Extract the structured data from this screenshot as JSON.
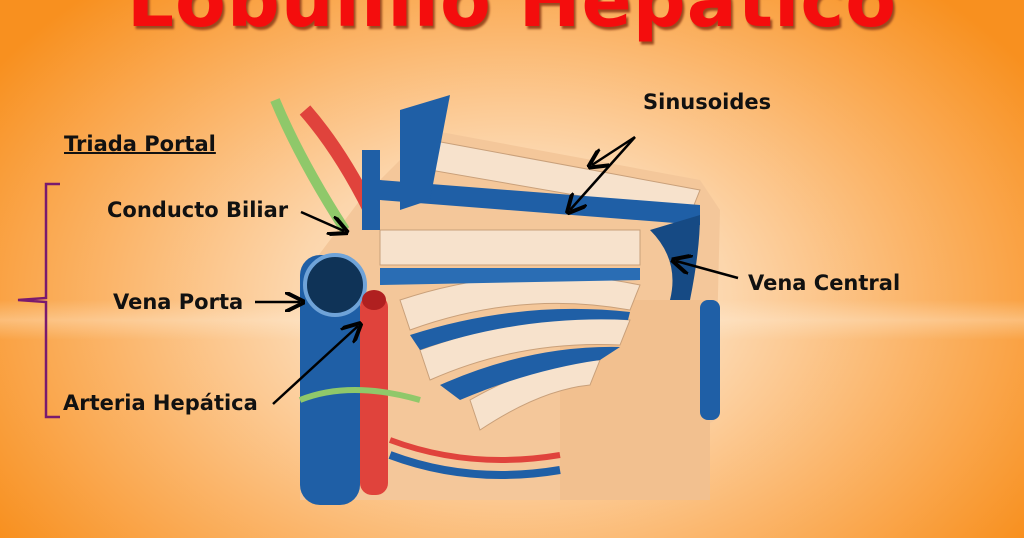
{
  "title": "Lobulillo Hepático",
  "labels": {
    "triada_portal": "Triada Portal",
    "conducto_biliar": "Conducto Biliar",
    "vena_porta": "Vena Porta",
    "arteria_hepatica": "Arteria Hepática",
    "sinusoides": "Sinusoides",
    "vena_central": "Vena Central"
  },
  "colors": {
    "title": "#f40d0d",
    "brace": "#7a1a6e",
    "vein": "#1f5fa6",
    "artery": "#e0433c",
    "bile_duct": "#8fc86a",
    "hepatocytes": "#f7dcc0"
  }
}
